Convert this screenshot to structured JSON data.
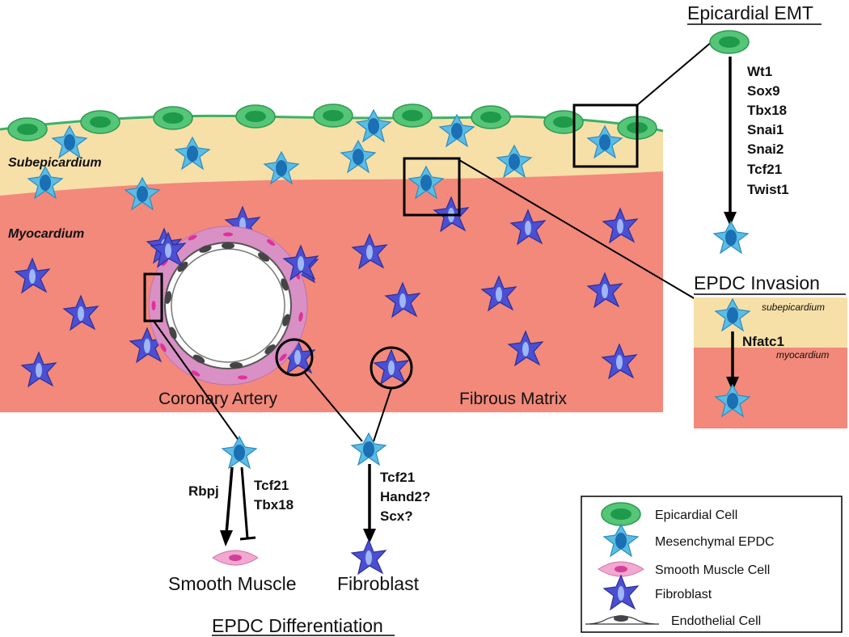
{
  "colors": {
    "subepicardium": "#f7dfa8",
    "myocardium": "#f2897a",
    "epicardial_cell": "#55c577",
    "epicardial_nucleus": "#1f9a4a",
    "epdc": "#5bbce4",
    "epdc_nucleus": "#1b6fb3",
    "fibroblast": "#4b4fd1",
    "fibroblast_nucleus": "#9fb6f5",
    "smooth_muscle": "#e079b6",
    "artery_wall": "#d990c4",
    "endothelial_nucleus": "#444444"
  },
  "tissue": {
    "subepicardium_label": "Subepicardium",
    "myocardium_label": "Myocardium",
    "coronary_artery_label": "Coronary Artery",
    "fibrous_matrix_label": "Fibrous Matrix"
  },
  "emt": {
    "title": "Epicardial EMT",
    "genes": [
      "Wt1",
      "Sox9",
      "Tbx18",
      "Snai1",
      "Snai2",
      "Tcf21",
      "Twist1"
    ]
  },
  "invasion": {
    "title": "EPDC Invasion",
    "top_label": "subepicardium",
    "bottom_label": "myocardium",
    "gene": "Nfatc1"
  },
  "differentiation": {
    "title": "EPDC Differentiation",
    "smooth_muscle": {
      "left_gene": "Rbpj",
      "right_genes": [
        "Tcf21",
        "Tbx18"
      ],
      "target": "Smooth Muscle"
    },
    "fibroblast": {
      "genes": [
        "Tcf21",
        "Hand2?",
        "Scx?"
      ],
      "target": "Fibroblast"
    }
  },
  "legend": {
    "items": [
      {
        "label": "Epicardial Cell",
        "icon": "epicardial-cell-icon"
      },
      {
        "label": "Mesenchymal EPDC",
        "icon": "epdc-icon"
      },
      {
        "label": "Smooth Muscle Cell",
        "icon": "smooth-muscle-icon"
      },
      {
        "label": "Fibroblast",
        "icon": "fibroblast-icon"
      },
      {
        "label": "Endothelial Cell",
        "icon": "endothelial-cell-icon"
      }
    ]
  }
}
